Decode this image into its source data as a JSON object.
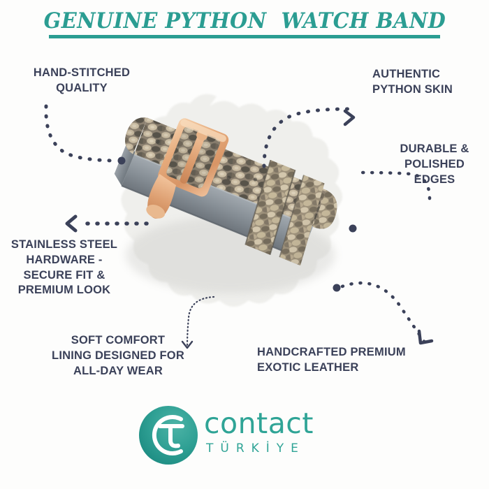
{
  "header": {
    "title": "GENUINE PYTHON  WATCH BAND",
    "accent_color": "#2b9d92"
  },
  "theme": {
    "text_color": "#3b4159",
    "teal": "#2fa496",
    "blob_color": "#efefec",
    "page_background": "#fdfdfc",
    "connector_color": "#3b4159"
  },
  "features": [
    {
      "id": "hand-stitched",
      "text": "HAND-STITCHED\nQUALITY",
      "align": "center"
    },
    {
      "id": "authentic-python-skin",
      "text": "AUTHENTIC\nPYTHON SKIN",
      "align": "left"
    },
    {
      "id": "durable-polished-edges",
      "text": "DURABLE &\nPOLISHED\nEDGES",
      "align": "center"
    },
    {
      "id": "stainless-steel-hardware",
      "text": "STAINLESS STEEL\nHARDWARE -\nSECURE FIT &\nPREMIUM LOOK",
      "align": "center"
    },
    {
      "id": "soft-comfort-lining",
      "text": "SOFT COMFORT\nLINING DESIGNED FOR\nALL-DAY WEAR",
      "align": "center"
    },
    {
      "id": "handcrafted-premium-exotic-leather",
      "text": "HANDCRAFTED PREMIUM\nEXOTIC LEATHER",
      "align": "left"
    }
  ],
  "product": {
    "name": "python-leather-watch-band",
    "buckle_color": "#e2a97a",
    "leather_colors": [
      "#8d8274",
      "#6d6558",
      "#cdbfa5",
      "#4d4a46"
    ],
    "edge_color": "#8c949b"
  },
  "logo": {
    "mark": "contact-circle-ct-monogram",
    "wordmark": "contact",
    "subtitle": "TÜRKİYE",
    "color": "#2fa496"
  },
  "connectors": [
    {
      "id": "hand-stitched-connector",
      "end": "dot"
    },
    {
      "id": "authentic-connector",
      "end": "arrow-right"
    },
    {
      "id": "durable-connector",
      "end": "dot"
    },
    {
      "id": "stainless-connector",
      "end": "arrow-left"
    },
    {
      "id": "soft-comfort-connector",
      "end": "arrow-down"
    },
    {
      "id": "handcrafted-connector",
      "end": "arrow-down-right"
    }
  ]
}
